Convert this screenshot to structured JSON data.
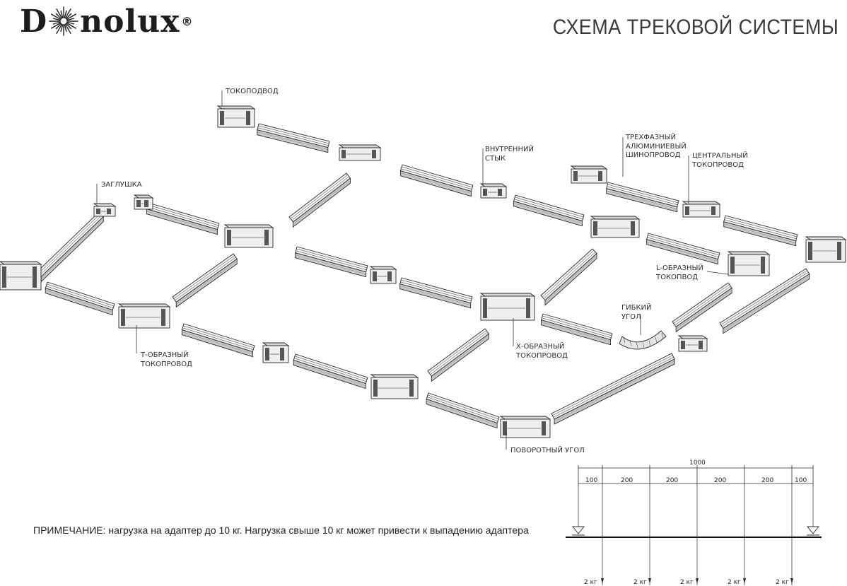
{
  "brand": {
    "logo_left": "D",
    "logo_right": "nolux",
    "registered": "®"
  },
  "header": {
    "title": "СХЕМА ТРЕКОВОЙ СИСТЕМЫ"
  },
  "callouts": [
    {
      "id": "tokopodvod",
      "text": "ТОКОПОДВОД"
    },
    {
      "id": "zaglushka",
      "text": "ЗАГЛУШКА"
    },
    {
      "id": "inner-joint",
      "text": "ВНУТРЕННИЙ\nСТЫК"
    },
    {
      "id": "three-phase-busbar",
      "text": "ТРЕХФАЗНЫЙ\nАЛЮМИНИЕВЫЙ\nШИНОПРОВОД"
    },
    {
      "id": "central-feed",
      "text": "ЦЕНТРАЛЬНЫЙ\nТОКОПРОВОД"
    },
    {
      "id": "l-connector",
      "text": "L-ОБРАЗНЫЙ\nТОКОПВОД"
    },
    {
      "id": "flexible-corner",
      "text": "ГИБКИЙ\nУГОЛ"
    },
    {
      "id": "t-connector",
      "text": "Т-ОБРАЗНЫЙ\nТОКОПРОВОД"
    },
    {
      "id": "x-connector",
      "text": "Х-ОБРАЗНЫЙ\nТОКОПРОВОД"
    },
    {
      "id": "rotary-corner",
      "text": "ПОВОРОТНЫЙ УГОЛ"
    }
  ],
  "note": "ПРИМЕЧАНИЕ: нагрузка на адаптер до 10 кг. Нагрузка свыше 10 кг может привести к выпадению адаптера",
  "load_diagram": {
    "total": "1000",
    "segments": [
      "100",
      "200",
      "200",
      "200",
      "200",
      "100"
    ],
    "loads": [
      "2 кг",
      "2 кг",
      "2 кг",
      "2 кг",
      "2 кг"
    ]
  },
  "colors": {
    "ink": "#2a2a2a",
    "rail_fill": "#f4f4f4",
    "rail_shade": "#c9c9c9"
  }
}
